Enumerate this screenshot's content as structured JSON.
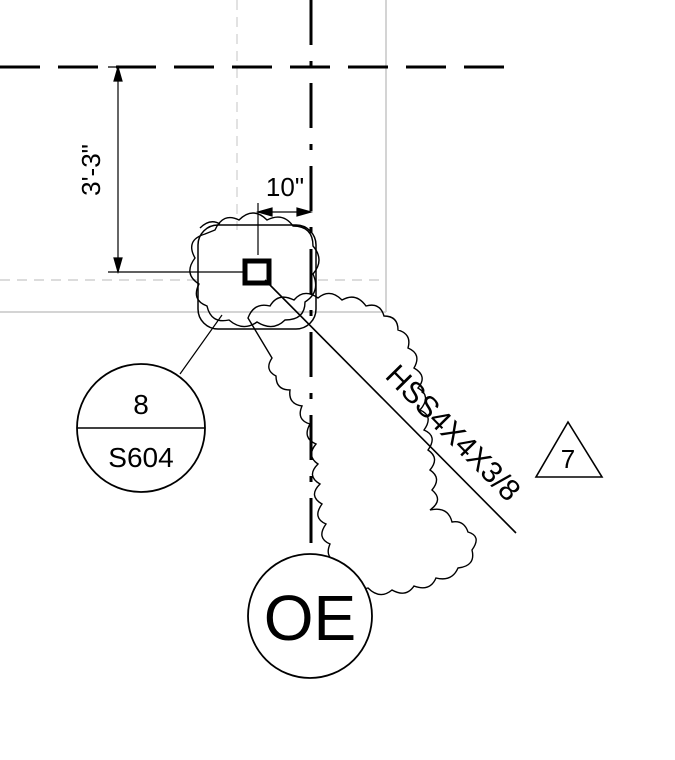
{
  "dimensions": {
    "vertical": "3'-3\"",
    "horizontal": "10\""
  },
  "section_callout": {
    "detail_number": "8",
    "sheet": "S604"
  },
  "member_label": "HSS4X4X3/8",
  "revision_delta": "7",
  "grid_bubble": "OE",
  "colors": {
    "ink": "#000000",
    "faint": "#d4d4d4",
    "dashed_faint": "#c8c8c8"
  }
}
